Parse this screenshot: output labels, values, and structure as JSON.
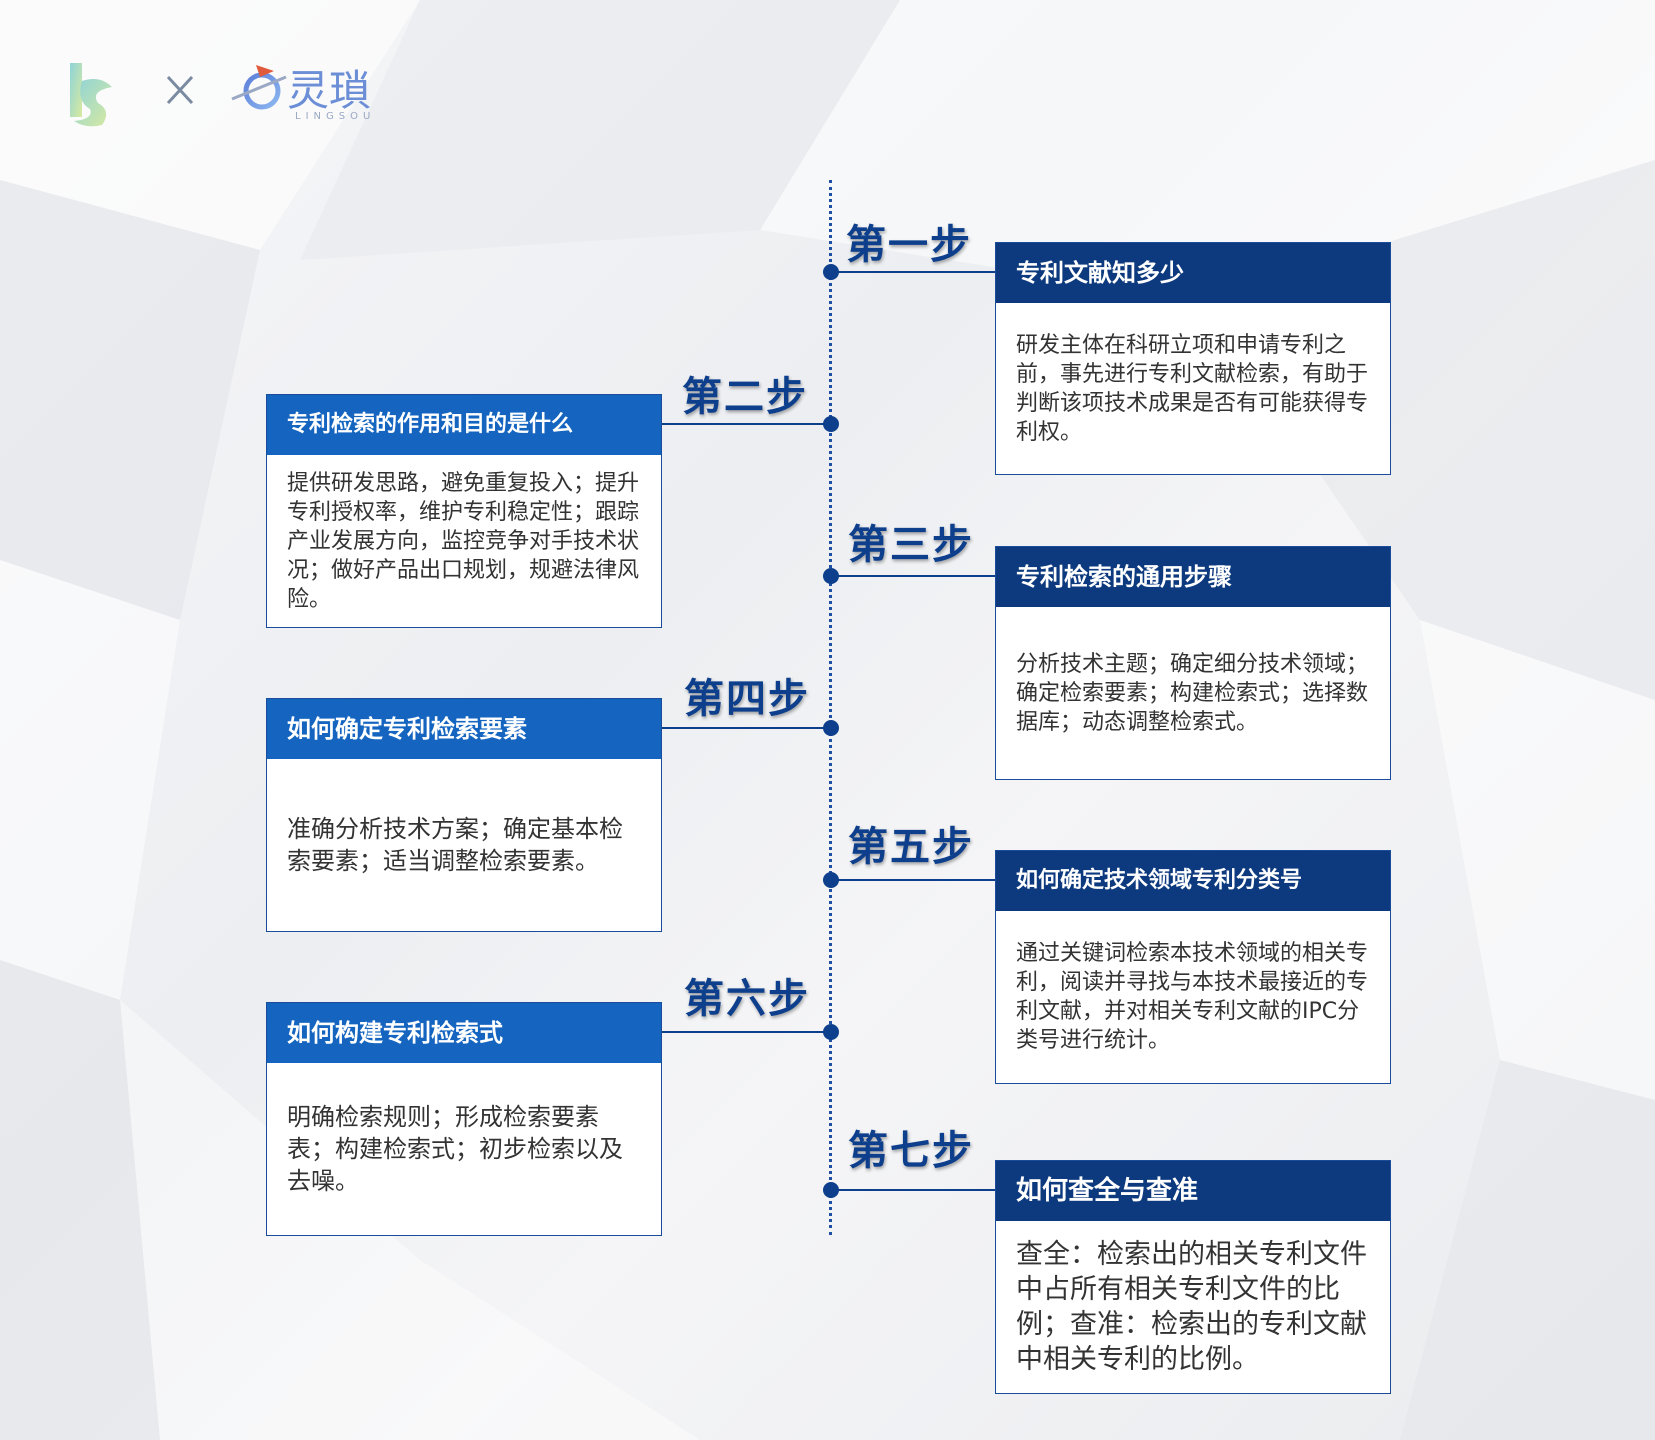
{
  "logos": {
    "left_icon": "rs-logo-icon",
    "separator": "×",
    "brand_name": "灵瑣",
    "brand_sub": "LINGSOU"
  },
  "steps": [
    {
      "label": "第一步",
      "title": "专利文献知多少",
      "body": "研发主体在科研立项和申请专利之前，事先进行专利文献检索，有助于判断该项技术成果是否有可能获得专利权。"
    },
    {
      "label": "第二步",
      "title": "专利检索的作用和目的是什么",
      "body": "提供研发思路，避免重复投入；提升专利授权率，维护专利稳定性；跟踪产业发展方向，监控竞争对手技术状况；做好产品出口规划，规避法律风险。"
    },
    {
      "label": "第三步",
      "title": "专利检索的通用步骤",
      "body": "分析技术主题；确定细分技术领域；确定检索要素；构建检索式；选择数据库；动态调整检索式。"
    },
    {
      "label": "第四步",
      "title": "如何确定专利检索要素",
      "body": "准确分析技术方案；确定基本检索要素；适当调整检索要素。"
    },
    {
      "label": "第五步",
      "title": "如何确定技术领域专利分类号",
      "body": "通过关键词检索本技术领域的相关专利，阅读并寻找与本技术最接近的专利文献，并对相关专利文献的IPC分类号进行统计。"
    },
    {
      "label": "第六步",
      "title": "如何构建专利检索式",
      "body": "明确检索规则；形成检索要素表；构建检索式；初步检索以及去噪。"
    },
    {
      "label": "第七步",
      "title": "如何查全与查准",
      "body": "查全：检索出的相关专利文件中占所有相关专利文件的比例；查准：检索出的专利文献中相关专利的比例。"
    }
  ],
  "colors": {
    "header_dark": "#0d3a7e",
    "header_bright": "#1565c0",
    "step_label": "#0d3f8c",
    "timeline": "#1f4fa3"
  }
}
